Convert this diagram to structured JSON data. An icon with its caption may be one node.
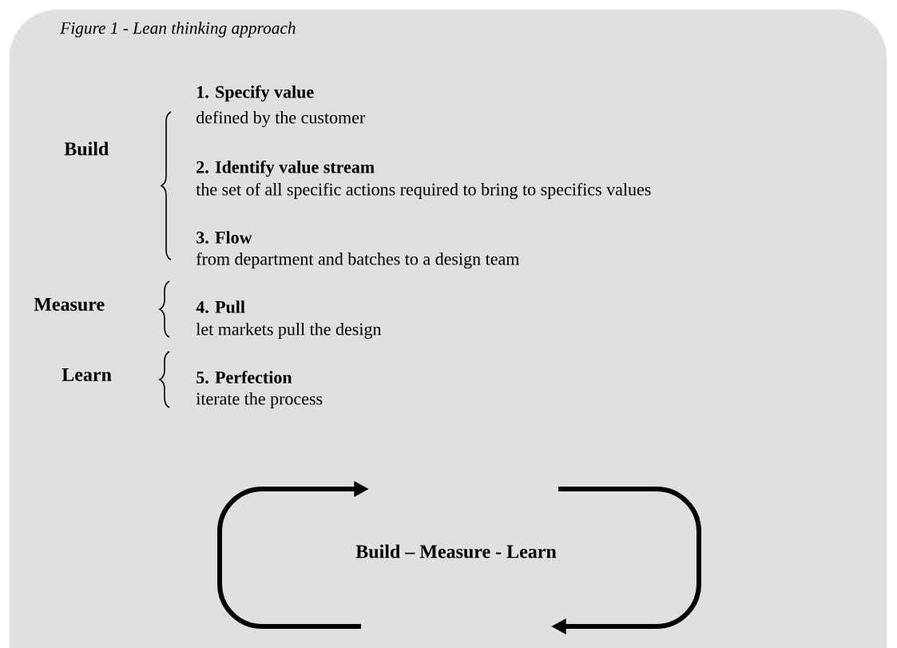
{
  "diagram": {
    "title": "Figure 1 - Lean thinking approach",
    "labels": [
      "Build",
      "1. Specify value",
      "defined by the customer",
      "2. Identify value stream",
      "the set of all specific actions required to bring to specifics values",
      "3. Flow",
      "from department and batches to a design team",
      "Measure",
      "4. Pull",
      "let markets pull the design",
      "Learn",
      "5. Perfection",
      "iterate the process",
      "Build – Measure - Learn"
    ]
  }
}
